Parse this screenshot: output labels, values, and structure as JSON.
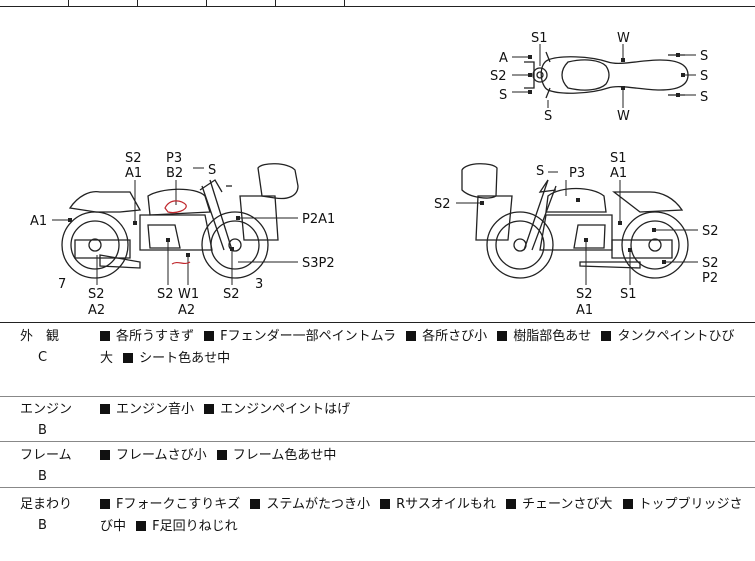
{
  "diagram": {
    "top_view": {
      "labels": [
        "S1",
        "W",
        "A",
        "S",
        "S2",
        "S",
        "S",
        "S",
        "S",
        "W"
      ]
    },
    "side_left": {
      "labels": [
        "S2",
        "A1",
        "P3",
        "B2",
        "S",
        "A1",
        "P2A1",
        "7",
        "S3P2",
        "3",
        "S2",
        "A2",
        "S2",
        "W1",
        "A2",
        "S2"
      ]
    },
    "side_right": {
      "labels": [
        "S",
        "P3",
        "S1",
        "A1",
        "S2",
        "S2",
        "S2",
        "P2",
        "S2",
        "A1",
        "S1"
      ]
    }
  },
  "rows": [
    {
      "label": "外　観",
      "grade": "C",
      "items": [
        "各所うすきず",
        "Fフェンダー一部ペイントムラ",
        "各所さび小",
        "樹脂部色あせ",
        "タンクペイントひび大",
        "シート色あせ中"
      ]
    },
    {
      "label": "エンジン",
      "grade": "B",
      "items": [
        "エンジン音小",
        "エンジンペイントはげ"
      ]
    },
    {
      "label": "フレーム",
      "grade": "B",
      "items": [
        "フレームさび小",
        "フレーム色あせ中"
      ]
    },
    {
      "label": "足まわり",
      "grade": "B",
      "items": [
        "Fフォークこすりキズ",
        "ステムがたつき小",
        "Rサスオイルもれ",
        "チェーンさび大",
        "トップブリッジさび中",
        "F足回りねじれ"
      ]
    }
  ]
}
